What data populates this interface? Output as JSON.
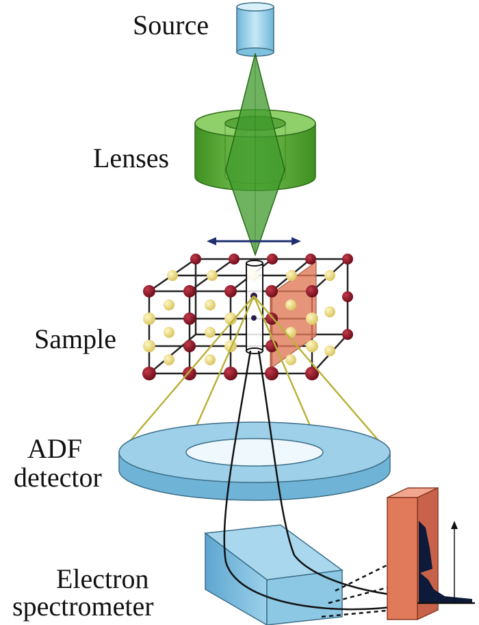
{
  "labels": {
    "source": "Source",
    "lenses": "Lenses",
    "sample": "Sample",
    "adf_line1": "ADF",
    "adf_line2": "detector",
    "electron_line1": "Electron",
    "electron_line2": "spectrometer"
  },
  "colors": {
    "source_fill": "#9fd3ec",
    "lens_green": "#5fb33a",
    "beam_green": "#3f9a2c",
    "atom_red": "#8a1020",
    "atom_yellow": "#f2e38a",
    "plane_salmon": "#e07a5a",
    "detector_blue": "#8fc7e3",
    "spectrometer_blue": "#7fbde0",
    "signal_dark": "#0e1a3a",
    "scatter_line": "#b9b13a",
    "scan_arrow": "#1f2f70"
  },
  "icons": [
    "electron-source",
    "condenser-lens",
    "crystal-lattice",
    "adf-detector-ring",
    "electron-spectrometer-prism",
    "eels-spectrum-panel"
  ]
}
